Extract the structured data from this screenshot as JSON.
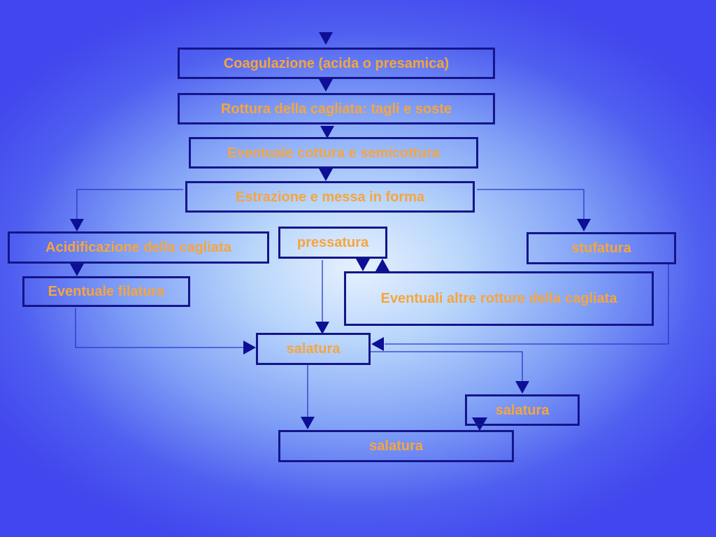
{
  "diagram": {
    "nodes": {
      "coagulazione": "Coagulazione (acida o presamica)",
      "rottura": "Rottura della cagliata: tagli e soste",
      "cottura": "Eventuale cottura e semicottura",
      "estrazione": "Estrazione e messa in forma",
      "acidificazione": "Acidificazione della cagliata",
      "filatura": "Eventuale filatura",
      "pressatura": "pressatura",
      "stufatura": "stufatura",
      "altre_rotture": "Eventuali altre rotture della cagliata",
      "salatura_center": "salatura",
      "salatura_right": "salatura",
      "salatura_bottom": "salatura"
    }
  },
  "colors": {
    "text": "#f6a53d",
    "border": "#14158a",
    "arrow": "#0d0f96",
    "line": "#2a36c8"
  }
}
